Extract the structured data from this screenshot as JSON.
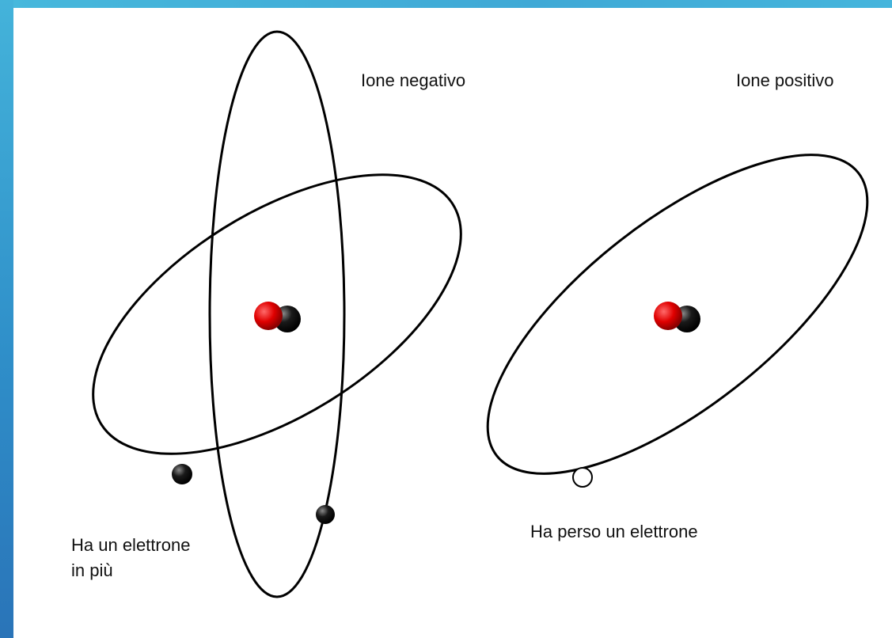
{
  "colors": {
    "frame_accent": "#3fa9d6",
    "orbit": "#000000",
    "proton": "#e00000",
    "neutron": "#111111",
    "electron": "#111111",
    "missing_electron": "#ffffff"
  },
  "negative_ion": {
    "title": "Ione negativo",
    "caption_line1": "Ha un elettrone",
    "caption_line2": "in più"
  },
  "positive_ion": {
    "title": "Ione positivo",
    "caption": "Ha perso un elettrone"
  }
}
